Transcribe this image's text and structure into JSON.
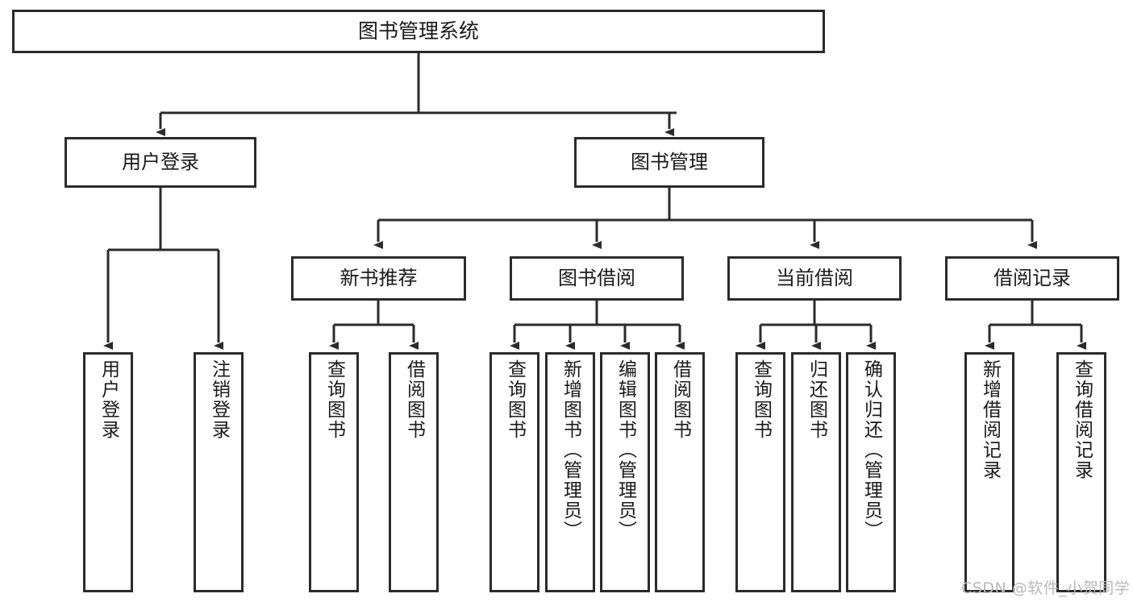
{
  "diagram": {
    "title": "图书管理系统",
    "watermark": "CSDN @软件_小贺同学",
    "colors": {
      "background": "#ffffff",
      "box_border": "#2b2b2b",
      "box_fill": "#ffffff",
      "connector": "#2b2b2b",
      "text": "#1a1a1a",
      "watermark": "#b9b9b9"
    },
    "levels": {
      "root": "图书管理系统",
      "level2": [
        "用户登录",
        "图书管理"
      ],
      "level3": [
        "新书推荐",
        "图书借阅",
        "当前借阅",
        "借阅记录"
      ],
      "level4": [
        "用户登录",
        "注销登录",
        "查询图书",
        "借阅图书",
        "查询图书",
        "新增图书（管理员）",
        "编辑图书（管理员）",
        "借阅图书",
        "查询图书",
        "归还图书",
        "确认归还（管理员）",
        "新增借阅记录",
        "查询借阅记录"
      ]
    },
    "nodes": {
      "root": {
        "label": "图书管理系统"
      },
      "user_login": {
        "label": "用户登录"
      },
      "book_manage": {
        "label": "图书管理"
      },
      "new_book_rec": {
        "label": "新书推荐"
      },
      "book_borrow": {
        "label": "图书借阅"
      },
      "current_borrow": {
        "label": "当前借阅"
      },
      "borrow_record": {
        "label": "借阅记录"
      },
      "leaf_user_login": {
        "label": "用户登录"
      },
      "leaf_logout": {
        "label": "注销登录"
      },
      "leaf_query_book_1": {
        "label": "查询图书"
      },
      "leaf_borrow_book_1": {
        "label": "借阅图书"
      },
      "leaf_query_book_2": {
        "label": "查询图书"
      },
      "leaf_add_book": {
        "label": "新增图书（管理员）"
      },
      "leaf_edit_book": {
        "label": "编辑图书（管理员）"
      },
      "leaf_borrow_book_2": {
        "label": "借阅图书"
      },
      "leaf_query_book_3": {
        "label": "查询图书"
      },
      "leaf_return_book": {
        "label": "归还图书"
      },
      "leaf_confirm_return": {
        "label": "确认归还（管理员）"
      },
      "leaf_add_record": {
        "label": "新增借阅记录"
      },
      "leaf_query_record": {
        "label": "查询借阅记录"
      }
    }
  }
}
